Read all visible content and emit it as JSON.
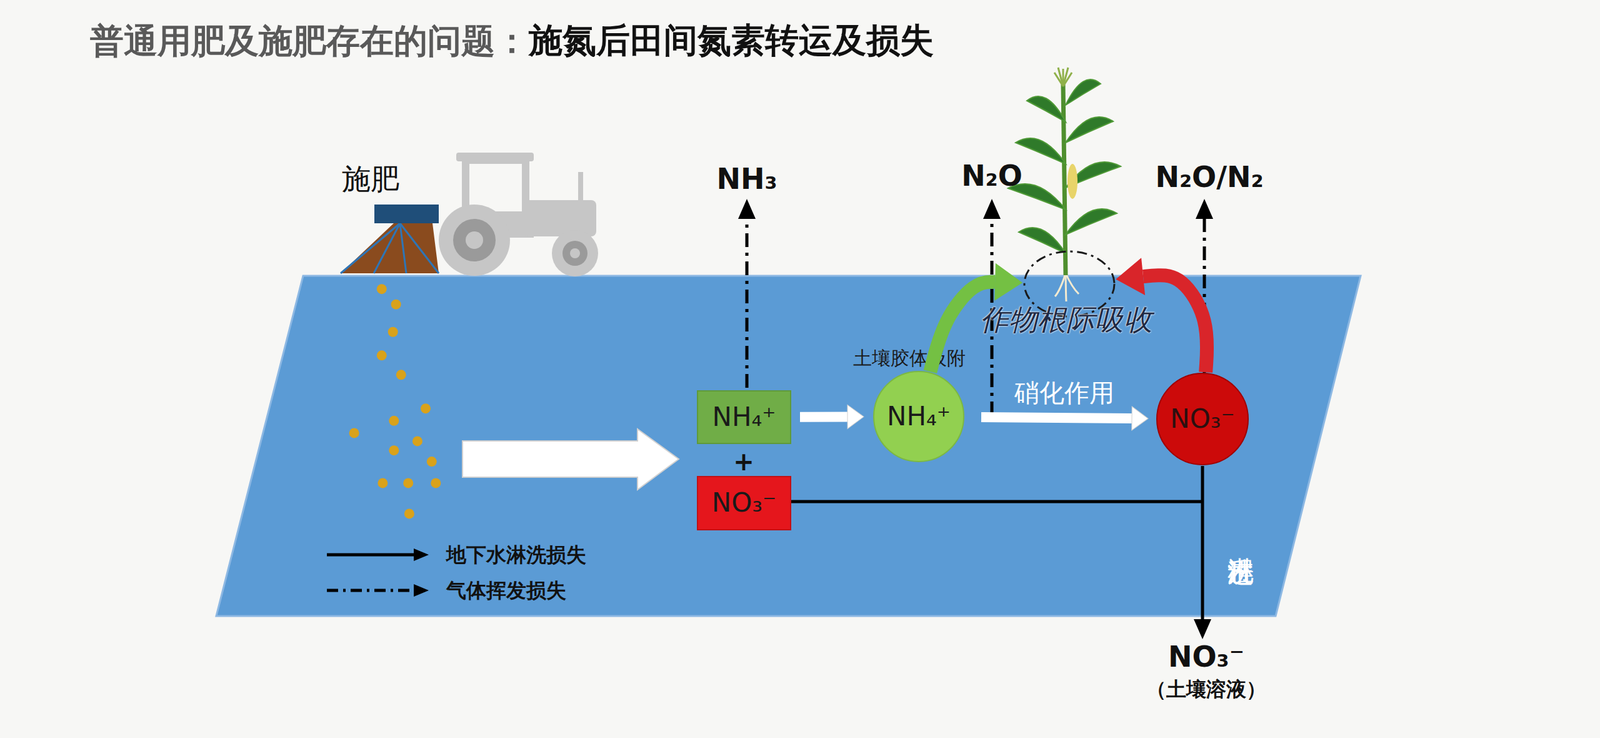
{
  "diagram": {
    "title": "普通用肥及施肥存在的问题：",
    "nodes": [
      {
        "text": [
          "NH₄⁺"
        ]
      },
      {
        "text": [
          "NO₃⁻"
        ]
      },
      {
        "text": [
          "土壤胶体吸附",
          "NH₄⁺"
        ]
      },
      {
        "text": [
          "作物根际吸收"
        ]
      },
      {
        "text": [
          "NO₃⁻"
        ]
      }
    ],
    "edges": [
      {
        "from": 0,
        "to": 2,
        "arrow": "to"
      },
      {
        "from": 2,
        "to": 4,
        "label": "硝化作用",
        "arrow": "to"
      },
      {
        "from": 2,
        "to": 3,
        "arrow": "to"
      },
      {
        "from": 4,
        "to": 3,
        "arrow": "to"
      }
    ],
    "labels": [
      "施氮后田间氮素转运及损失",
      "施肥",
      "NH₃",
      "+",
      "N₂O",
      "N₂O/N₂",
      "反硝化作用",
      "淋洗过程",
      "NO₃⁻",
      "（土壤溶液）"
    ],
    "legend": [
      {
        "text": "地下水淋洗损失"
      },
      {
        "text": "气体挥发损失"
      }
    ]
  }
}
